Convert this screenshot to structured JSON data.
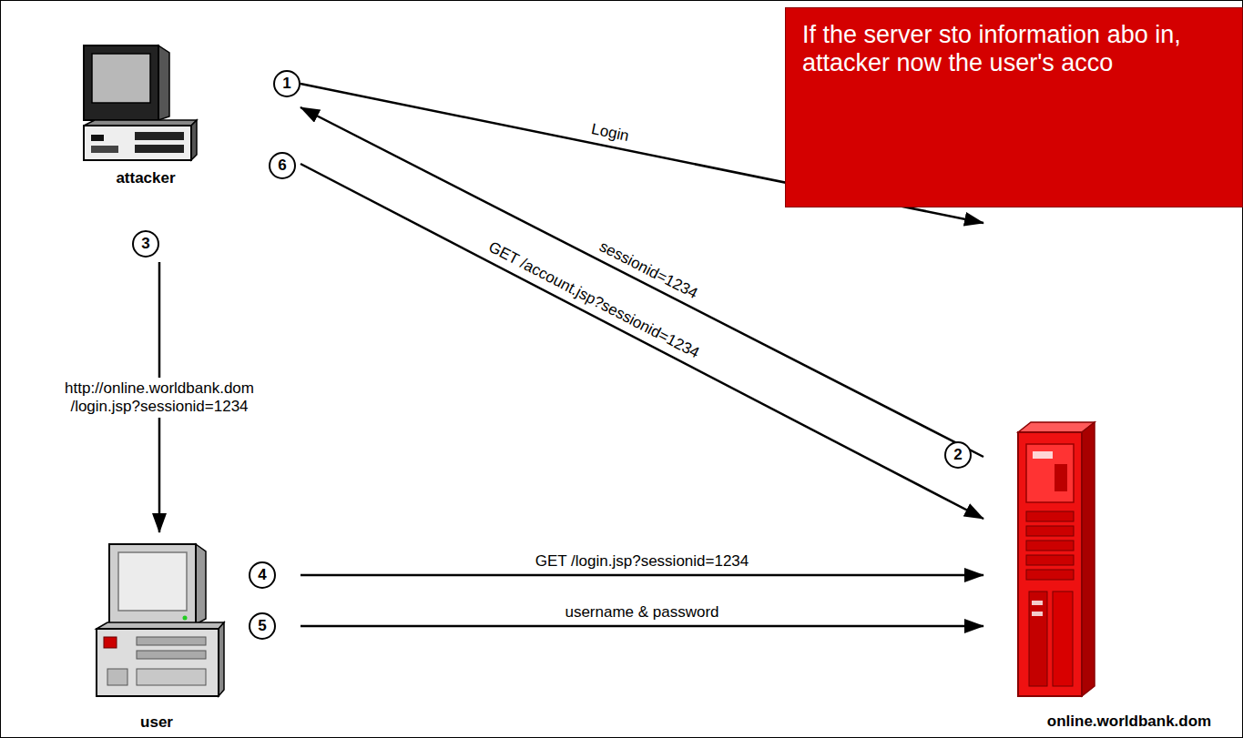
{
  "diagram": {
    "nodes": [
      {
        "text": [
          "attacker"
        ]
      },
      {
        "text": [
          "user"
        ]
      },
      {
        "text": [
          "online.worldbank.dom"
        ]
      },
      {
        "text": [
          "If the server sto information abo in, attacker now the user's acco"
        ]
      }
    ],
    "edges": [
      {
        "from": 0,
        "to": 2,
        "label": "Login",
        "arrow": "to"
      },
      {
        "from": 2,
        "to": 0,
        "label": "sessionid=1234",
        "arrow": "to"
      },
      {
        "from": 0,
        "to": 2,
        "label": "GET /account.jsp?sessionid=1234",
        "arrow": "to"
      },
      {
        "from": 0,
        "to": 1,
        "label": "http://online.worldbank.dom /login.jsp?sessionid=1234",
        "arrow": "to"
      },
      {
        "from": 1,
        "to": 2,
        "label": "GET /login.jsp?sessionid=1234",
        "arrow": "to"
      },
      {
        "from": 1,
        "to": 2,
        "label": "username & password",
        "arrow": "to"
      }
    ],
    "labels": [
      "1",
      "2",
      "3",
      "4",
      "5",
      "6"
    ]
  }
}
